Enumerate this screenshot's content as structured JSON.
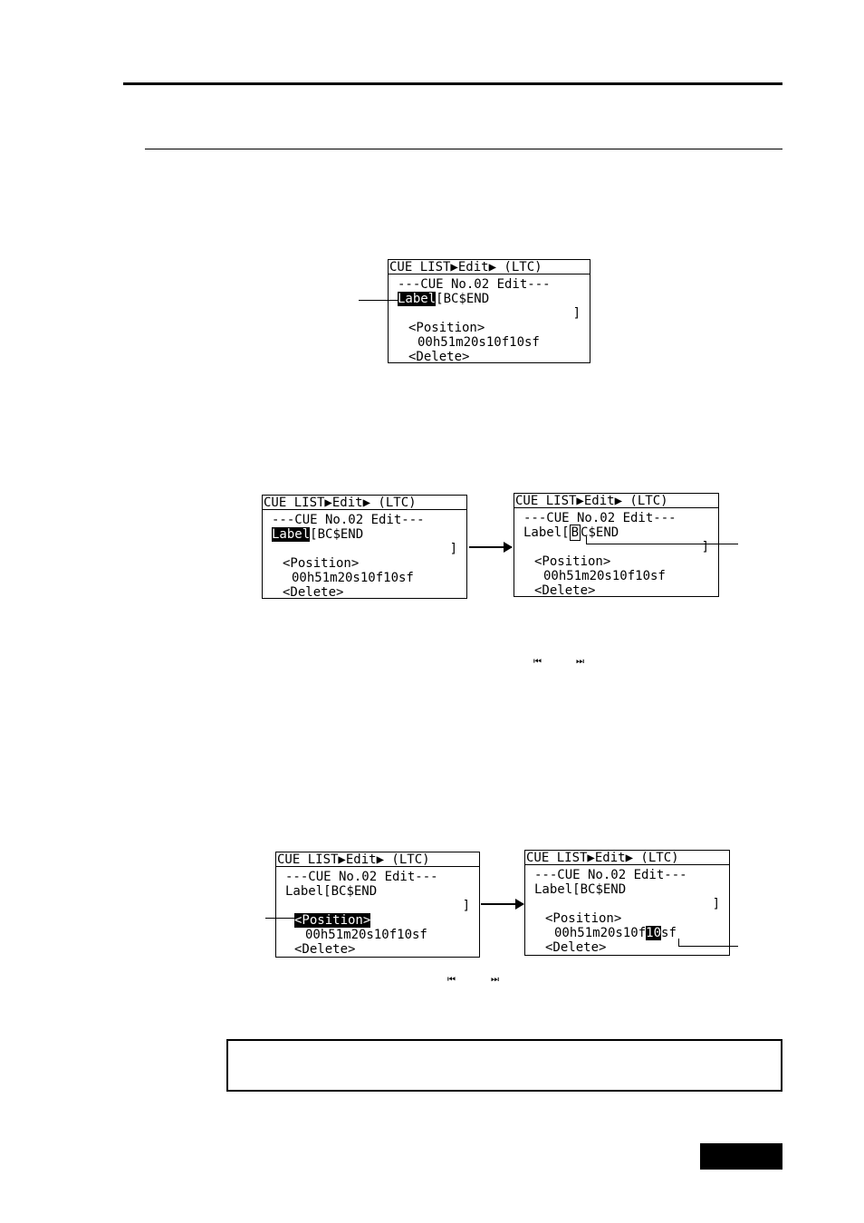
{
  "lcd": {
    "title": "CUE LIST▶Edit▶ (LTC)",
    "header": "---CUE No.02 Edit---",
    "label_key": "Label",
    "label_value": "[BC$END",
    "label_open_bracket": "[",
    "label_cursor_char": "B",
    "label_rest": "C$END",
    "close_bracket": "]",
    "position_item": "<Position>",
    "position_value": "00h51m20s10f10sf",
    "position_prefix": "00h51m20s10f",
    "position_cursor": "10",
    "position_suffix": "sf",
    "delete_item": "<Delete>"
  },
  "icons": {
    "rewind": "⏮",
    "fast_forward": "⏭"
  }
}
